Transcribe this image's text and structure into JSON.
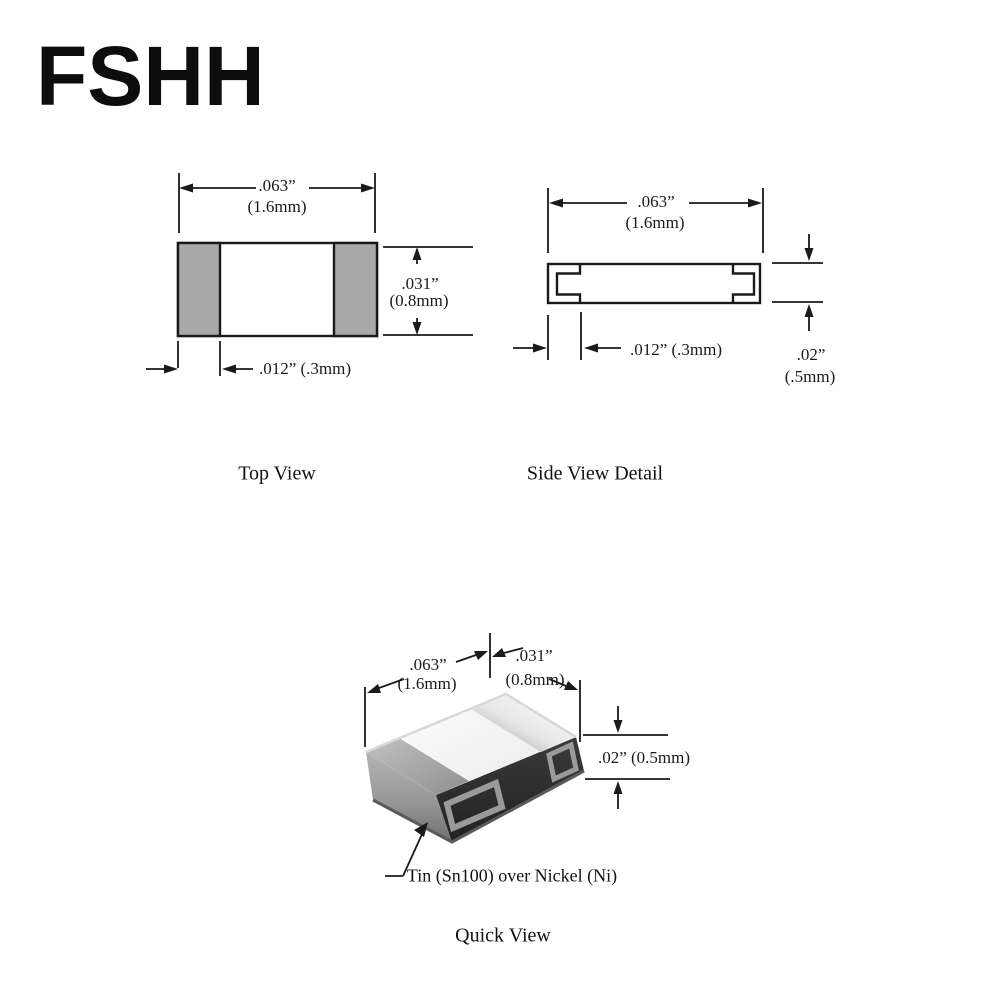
{
  "brand": {
    "logo_text": "FSHH"
  },
  "views": {
    "top_view": {
      "label": "Top View",
      "length_in": ".063”",
      "length_mm": "(1.6mm)",
      "width_in": ".031”",
      "width_mm": "(0.8mm)",
      "cap_width": ".012” (.3mm)"
    },
    "side_view": {
      "label": "Side View Detail",
      "length_in": ".063”",
      "length_mm": "(1.6mm)",
      "cap_width": ".012” (.3mm)",
      "height_in": ".02”",
      "height_mm": "(.5mm)"
    },
    "quick_view": {
      "label": "Quick View",
      "length_in": ".063”",
      "length_mm": "(1.6mm)",
      "width_in": ".031”",
      "width_mm": "(0.8mm)",
      "height": ".02”  (0.5mm)",
      "plating_note": "Tin (Sn100) over Nickel (Ni)"
    }
  },
  "colors": {
    "line": "#1a1a1a",
    "cap_gray": "#a8a8a8",
    "body_white": "#ffffff",
    "side_dark": "#2e2e2e"
  }
}
